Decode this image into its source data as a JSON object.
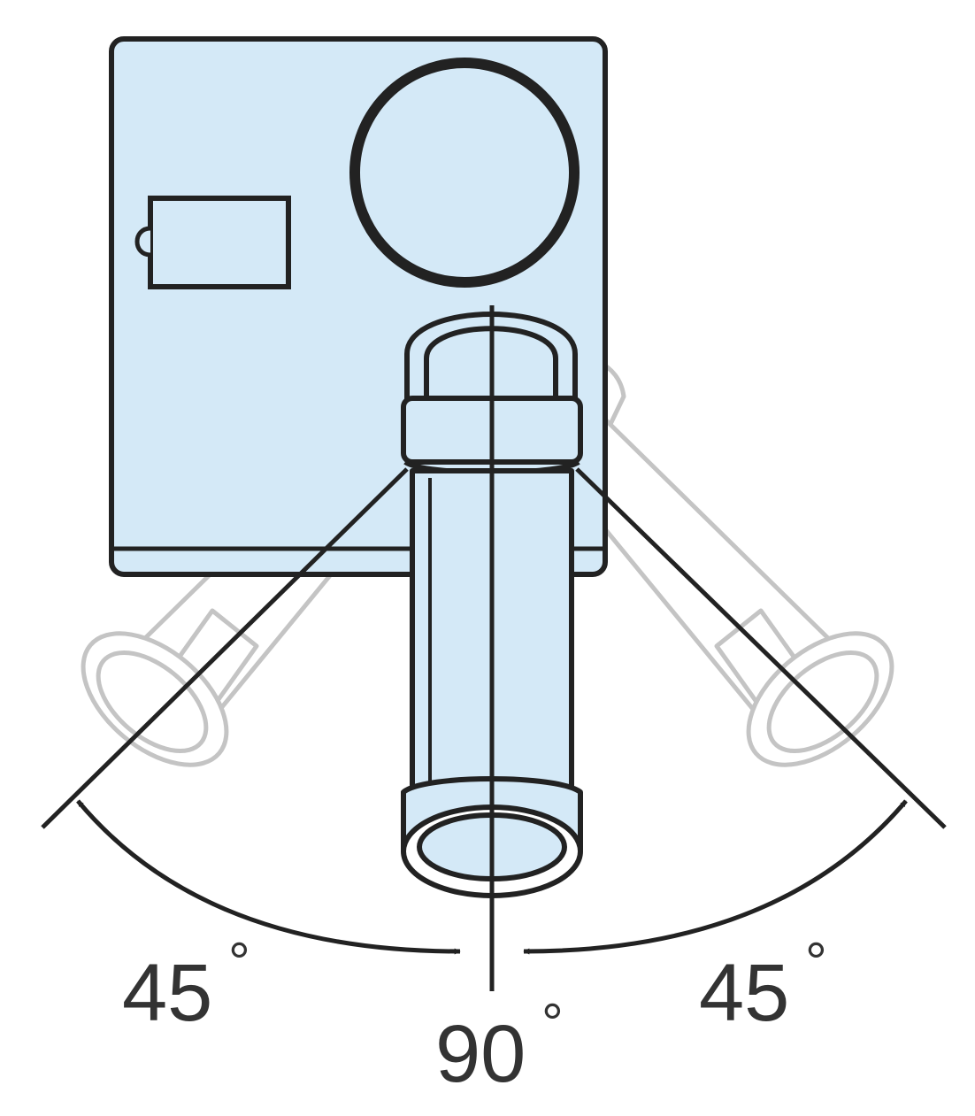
{
  "colors": {
    "fill": "#d4e9f7",
    "stroke": "#222222",
    "ghost": "#c4c4c4",
    "text": "#333333"
  },
  "labels": {
    "left_angle": "45",
    "right_angle": "45",
    "center_angle": "90",
    "degree": "°"
  }
}
